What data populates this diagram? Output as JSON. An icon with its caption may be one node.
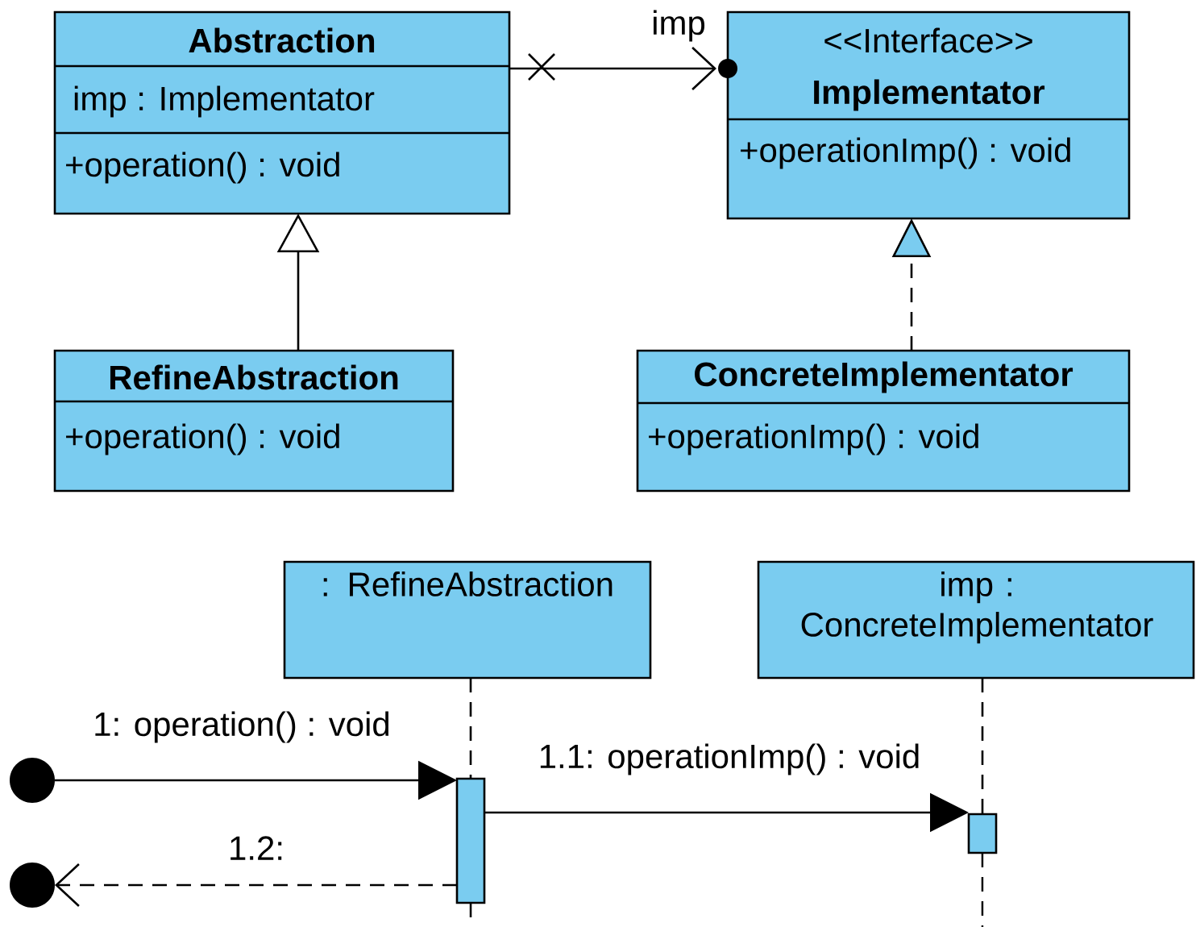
{
  "diagram": {
    "nodes": [
      {
        "text": [
          "Abstraction",
          "imp : Implementator",
          "+operation() : void"
        ]
      },
      {
        "text": [
          "<<Interface>>",
          "Implementator",
          "+operationImp() : void"
        ]
      },
      {
        "text": [
          "RefineAbstraction",
          "+operation() : void"
        ]
      },
      {
        "text": [
          "ConcreteImplementator",
          "+operationImp() : void"
        ]
      },
      {
        "text": [
          ": RefineAbstraction"
        ]
      },
      {
        "text": [
          "imp : ConcreteImplementator"
        ]
      },
      {
        "text": [],
        "shape": "bar"
      },
      {
        "text": [],
        "shape": "bar"
      },
      {
        "text": [],
        "shape": "circle"
      },
      {
        "text": [],
        "shape": "circle"
      }
    ],
    "edges": [
      {
        "from": 0,
        "to": 1,
        "arrow": "to",
        "label": "imp"
      },
      {
        "from": 2,
        "to": 0,
        "arrow": "to"
      },
      {
        "from": 3,
        "to": 1,
        "arrow": "to",
        "style": "dashed"
      },
      {
        "from": 8,
        "to": 6,
        "arrow": "to",
        "label": "1: operation() : void"
      },
      {
        "from": 6,
        "to": 7,
        "arrow": "to",
        "label": "1.1: operationImp() : void"
      },
      {
        "from": 6,
        "to": 9,
        "arrow": "to",
        "style": "dashed",
        "label": "1.2:"
      },
      {
        "from": 4,
        "to": 6,
        "arrow": "none",
        "style": "dashed"
      },
      {
        "from": 5,
        "to": 7,
        "arrow": "none",
        "style": "dashed"
      }
    ]
  }
}
